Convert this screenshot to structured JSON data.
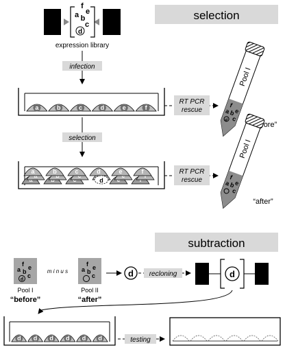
{
  "headers": {
    "selection": "selection",
    "subtraction": "subtraction"
  },
  "library": {
    "letters": [
      "f",
      "e",
      "a",
      "b",
      "c",
      "d"
    ],
    "caption": "expression library"
  },
  "steps": {
    "infection": "infection",
    "selection": "selection",
    "rtpcr_line1": "RT PCR",
    "rtpcr_line2": "rescue",
    "recloning": "recloning",
    "testing": "testing",
    "minus": "m i n u s"
  },
  "dish1_wells": [
    "a",
    "b",
    "c",
    "d",
    "e",
    "f"
  ],
  "tubes": {
    "pool_label": "Pool I",
    "tube1_caption": "“before”",
    "tube2_caption": "“after”",
    "tube_letters": [
      "f",
      "a",
      "b",
      "e",
      "c"
    ]
  },
  "subtraction": {
    "pool1_name": "Pool I",
    "pool1_caption": "“before”",
    "pool2_name": "Pool II",
    "pool2_caption": "“after”",
    "pool_letters": [
      "f",
      "e",
      "a",
      "b",
      "c"
    ],
    "result_letter": "d"
  },
  "final_dish_wells": [
    "d",
    "d",
    "d",
    "d",
    "d",
    "d"
  ]
}
